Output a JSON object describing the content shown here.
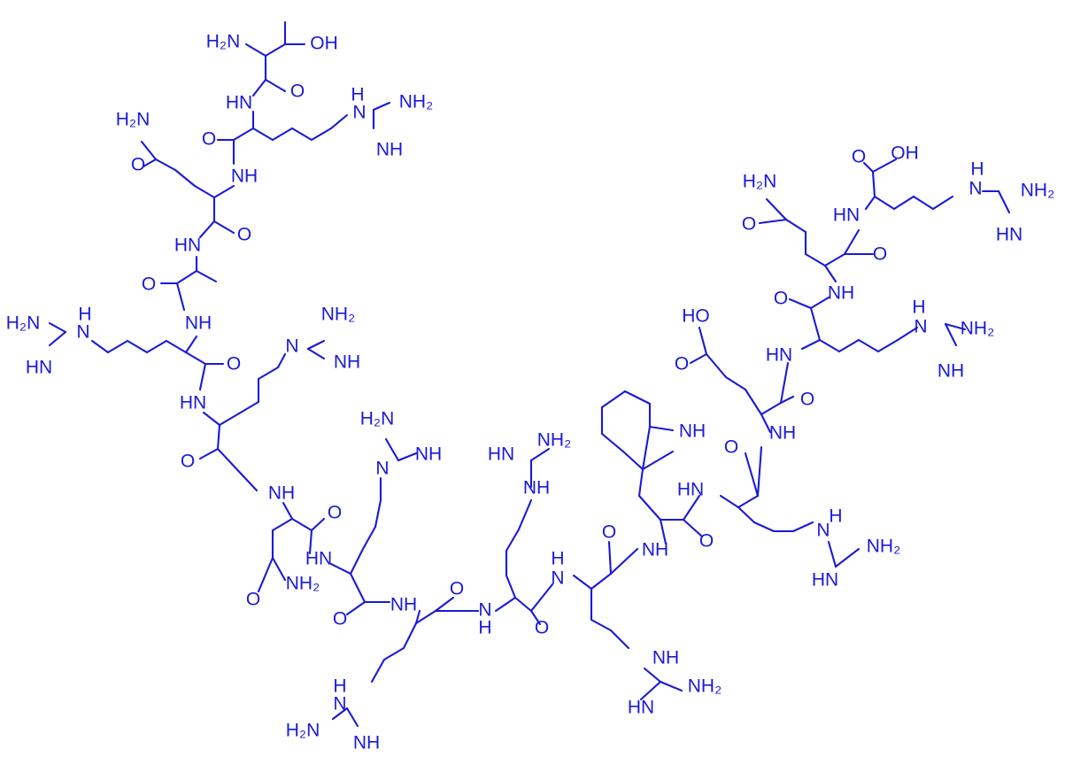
{
  "molecule": {
    "labels": {
      "h2n": "H₂N",
      "oh": "OH",
      "nh": "NH",
      "hn": "HN",
      "n": "N",
      "h": "H",
      "o": "O",
      "nh2": "NH₂",
      "h2n_side": "H₂N",
      "ho": "HO",
      "cooh_oh": "OH",
      "indole_nh": "NH"
    },
    "color": "#1a1ad6"
  }
}
